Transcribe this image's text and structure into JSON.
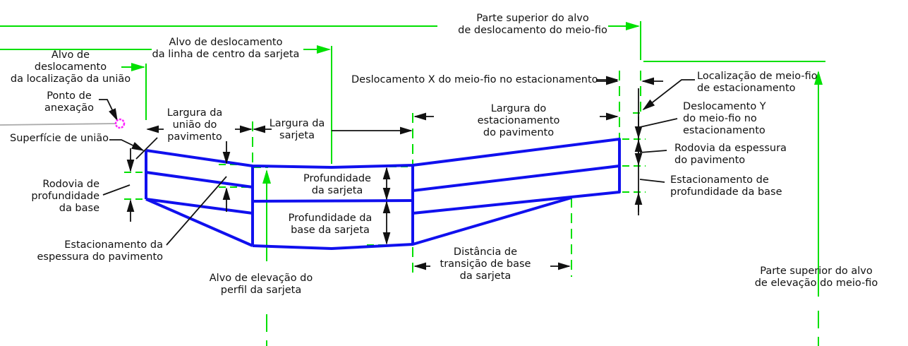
{
  "labels": {
    "curb_offset_top": [
      "Parte superior do alvo",
      "de deslocamento do meio-fio"
    ],
    "gutter_centerline_offset": [
      "Alvo de deslocamento",
      "da linha de centro da sarjeta"
    ],
    "tie_location_offset": [
      "Alvo de",
      "deslocamento",
      "da localização da união"
    ],
    "attachment_point": [
      "Ponto de",
      "anexação"
    ],
    "tie_surface": [
      "Superfície de união"
    ],
    "road_base_depth": [
      "Rodovia de",
      "profundidade",
      "da base"
    ],
    "pavement_tie_width": [
      "Largura da",
      "união do",
      "pavimento"
    ],
    "gutter_width": [
      "Largura da",
      "sarjeta"
    ],
    "gutter_depth": [
      "Profundidade",
      "da sarjeta"
    ],
    "gutter_base_depth": [
      "Profundidade da",
      "base da sarjeta"
    ],
    "parking_pavement_thickness": [
      "Estacionamento da",
      "espessura do pavimento"
    ],
    "gutter_profile_elevation": [
      "Alvo de elevação do",
      "perfil da sarjeta"
    ],
    "curb_x_offset": [
      "Deslocamento X do meio-fio no estacionamento"
    ],
    "parking_pavement_width": [
      "Largura do",
      "estacionamento",
      "do pavimento"
    ],
    "gutter_base_transition": [
      "Distância de",
      "transição de base",
      "da sarjeta"
    ],
    "parking_curb_location": [
      "Localização de meio-fio",
      "de estacionamento"
    ],
    "curb_y_offset": [
      "Deslocamento Y",
      "do meio-fio no",
      "estacionamento"
    ],
    "road_pavement_thickness": [
      "Rodovia da espessura",
      "do pavimento"
    ],
    "parking_base_depth": [
      "Estacionamento de",
      "profundidade da base"
    ],
    "curb_elevation_top": [
      "Parte superior do alvo",
      "de elevação do meio-fio"
    ]
  },
  "colors": {
    "structure": "#1010ee",
    "target": "#00e000",
    "dimension": "#111111",
    "attachment": "#ff22ff"
  }
}
